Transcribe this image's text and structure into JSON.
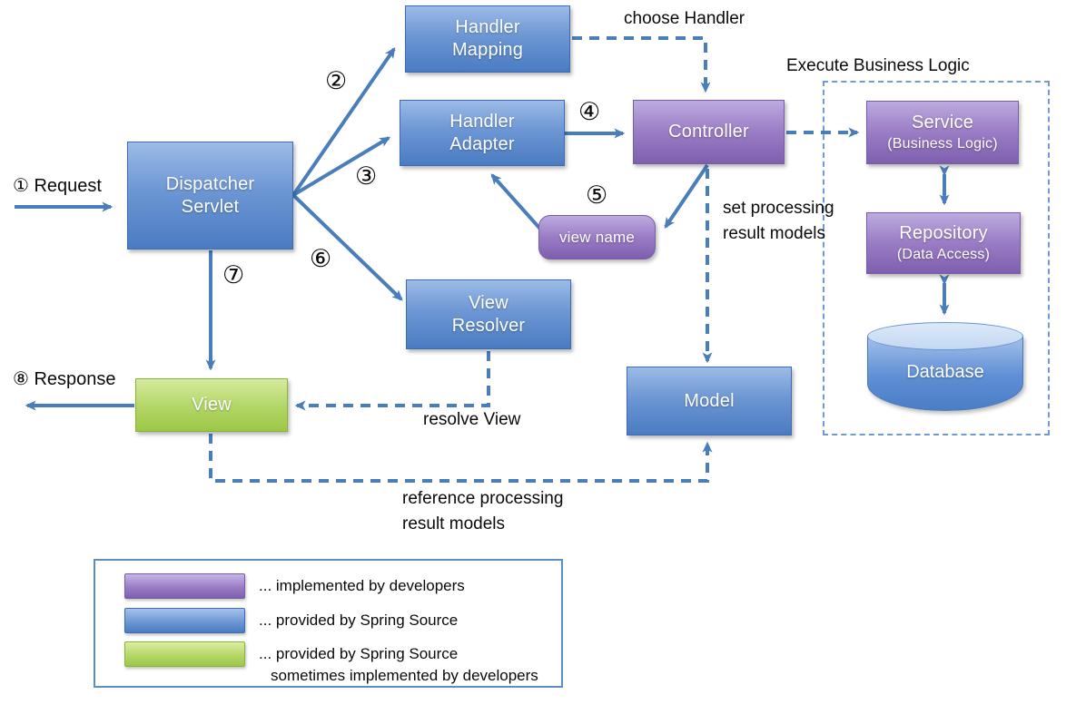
{
  "nodes": {
    "dispatcher_servlet": {
      "line1": "Dispatcher",
      "line2": "Servlet"
    },
    "handler_mapping": {
      "line1": "Handler",
      "line2": "Mapping"
    },
    "handler_adapter": {
      "line1": "Handler",
      "line2": "Adapter"
    },
    "controller": {
      "label": "Controller"
    },
    "view_name": {
      "label": "view name"
    },
    "view_resolver": {
      "line1": "View",
      "line2": "Resolver"
    },
    "view": {
      "label": "View"
    },
    "model": {
      "label": "Model"
    },
    "service": {
      "label": "Service",
      "sublabel": "(Business Logic)"
    },
    "repository": {
      "label": "Repository",
      "sublabel": "(Data Access)"
    },
    "database": {
      "label": "Database"
    }
  },
  "steps": {
    "s2": "②",
    "s3": "③",
    "s4": "④",
    "s5": "⑤",
    "s6": "⑥",
    "s7": "⑦"
  },
  "annotations": {
    "request": "① Request",
    "response": "⑧ Response",
    "choose_handler": "choose Handler",
    "execute_business_logic": "Execute Business Logic",
    "set_processing_line1": "set processing",
    "set_processing_line2": "result models",
    "resolve_view": "resolve View",
    "reference_line1": "reference processing",
    "reference_line2": "result models"
  },
  "legend": {
    "items": [
      {
        "swatch_color": "#8d6fba",
        "label": "... implemented by developers"
      },
      {
        "swatch_color": "#4a7bc2",
        "label": "... provided by Spring Source"
      },
      {
        "swatch_color": "#9cc845",
        "label": "... provided by Spring Source",
        "label2": "sometimes implemented by developers"
      }
    ]
  },
  "colors": {
    "connector_blue": "#4a7ebb",
    "node_blue": "#4f81bd",
    "node_purple": "#8064a2",
    "node_green": "#9bbb59",
    "group_border_blue": "#6f9ad2",
    "text": "#0a0a0a"
  }
}
